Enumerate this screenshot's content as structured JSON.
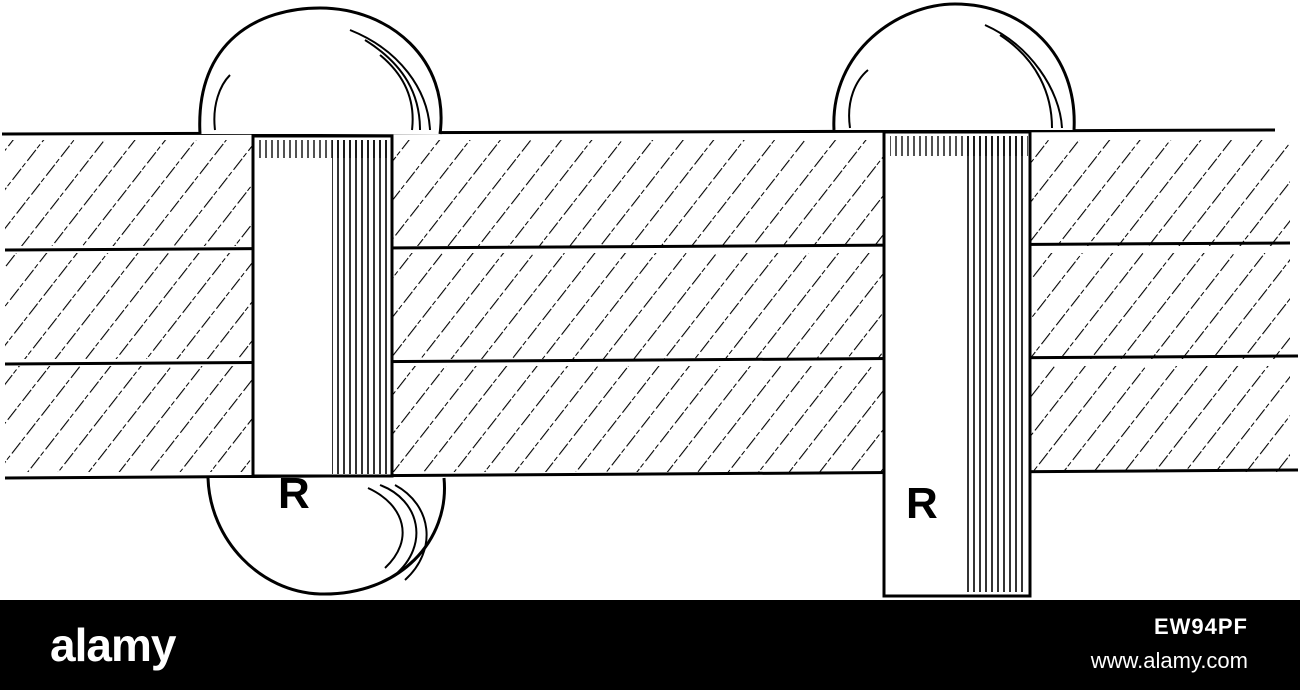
{
  "figure": {
    "labels": {
      "left_rivet": "R",
      "right_rivet": "R"
    }
  },
  "footer": {
    "brand": "alamy",
    "image_id": "EW94PF",
    "site": "www.alamy.com"
  },
  "colors": {
    "ink": "#000000",
    "paper": "#ffffff",
    "footer_bg": "#000000",
    "footer_text": "#ffffff"
  }
}
